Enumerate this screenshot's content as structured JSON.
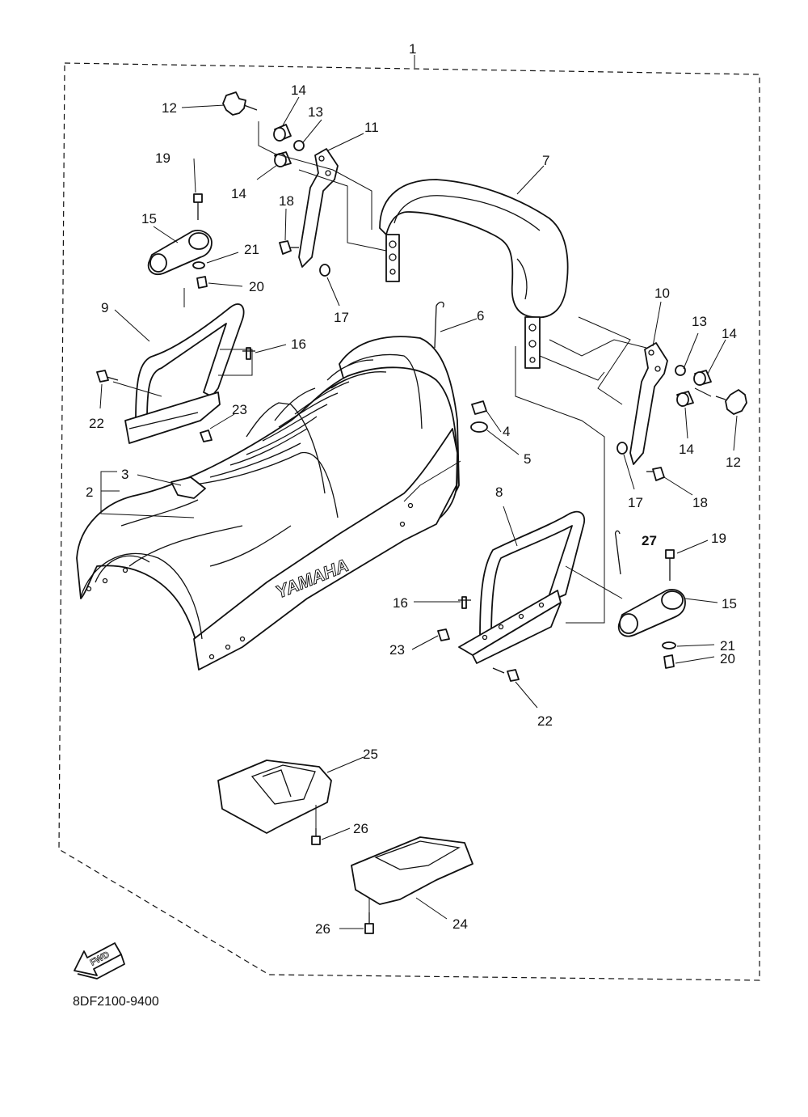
{
  "diagram": {
    "brand_text": "YAMAHA",
    "forward_text": "FWD",
    "drawing_code": "8DF2100-9400",
    "callouts": [
      "1",
      "2",
      "3",
      "4",
      "5",
      "6",
      "7",
      "8",
      "9",
      "10",
      "11",
      "12",
      "13",
      "14",
      "15",
      "16",
      "17",
      "18",
      "19",
      "20",
      "21",
      "22",
      "23",
      "24",
      "25",
      "26",
      "27"
    ],
    "labels": {
      "assembly": "1",
      "seat": "2",
      "emblem": "3",
      "nut": "4",
      "washer": "5",
      "pin": "6",
      "backrest": "7",
      "handle_right": "8",
      "handle_left": "9",
      "bracket_right": "10",
      "bracket_left": "11",
      "knob_left": "12",
      "knob_right": "12",
      "washer13_left": "13",
      "washer13_right": "13",
      "collar_upper_left": "14",
      "collar_lower_left": "14",
      "collar_upper_right": "14",
      "collar_lower_right": "14",
      "clamp_left": "15",
      "clamp_right": "15",
      "rivet_left": "16",
      "rivet_right": "16",
      "washer17_left": "17",
      "washer17_right": "17",
      "bolt18_left": "18",
      "bolt18_right": "18",
      "bolt19_left": "19",
      "bolt19_right": "19",
      "nut20_left": "20",
      "nut20_right": "20",
      "washer21_left": "21",
      "washer21_right": "21",
      "bolt22_left": "22",
      "bolt22_right": "22",
      "nut23_left": "23",
      "nut23_right": "23",
      "cover_lower": "24",
      "cover_upper": "25",
      "bolt26_upper": "26",
      "bolt26_lower": "26",
      "pin27": "27"
    }
  }
}
